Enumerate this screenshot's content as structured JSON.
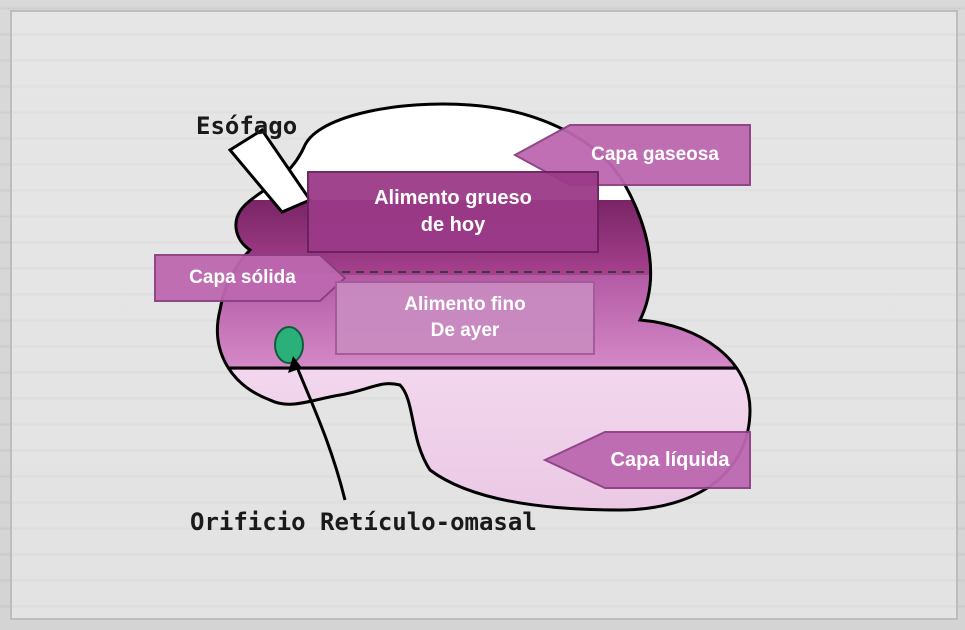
{
  "labels": {
    "esophagus": "Esófago",
    "orifice": "Orificio Retículo-omasal"
  },
  "layers": {
    "gas": "Capa gaseosa",
    "solid": "Capa sólida",
    "liquid": "Capa líquida"
  },
  "food": {
    "coarse_line1": "Alimento grueso",
    "coarse_line2": "de hoy",
    "fine_line1": "Alimento fino",
    "fine_line2": "De ayer"
  },
  "colors": {
    "gas_fill": "#ffffff",
    "coarse_layer": "#8f2f78",
    "fine_layer": "#c775b8",
    "liquid_layer": "#e6c3df",
    "tag_fill": "#bd68b0",
    "tag_border": "#8b3f83",
    "orifice_fill": "#2bb07a",
    "outline": "#000000"
  }
}
